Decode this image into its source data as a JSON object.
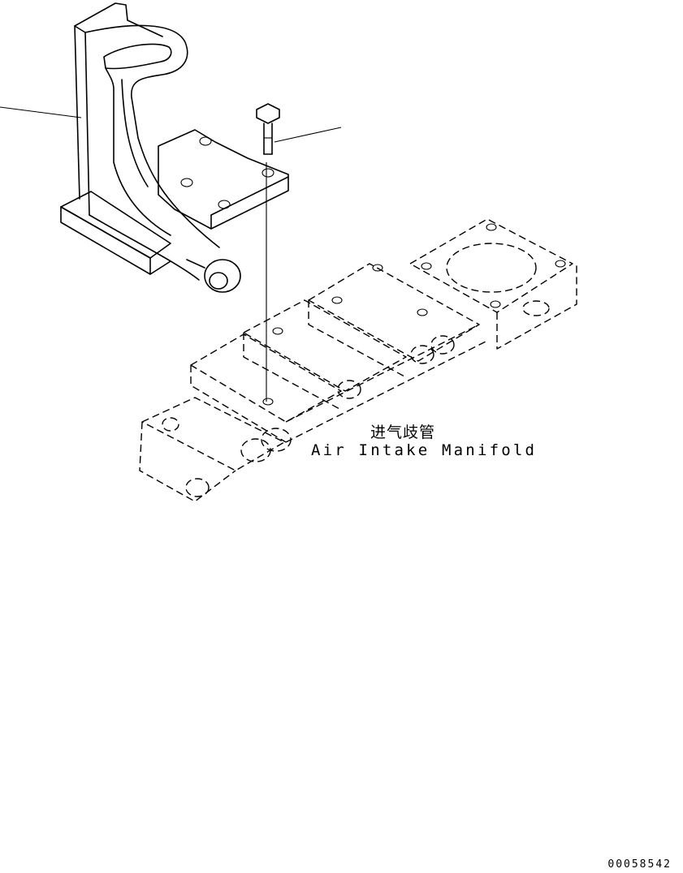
{
  "labels": {
    "part_name_cn": "进气歧管",
    "part_name_en": "Air Intake Manifold"
  },
  "drawing_number": "00058542",
  "colors": {
    "line": "#000000",
    "background": "#ffffff"
  }
}
